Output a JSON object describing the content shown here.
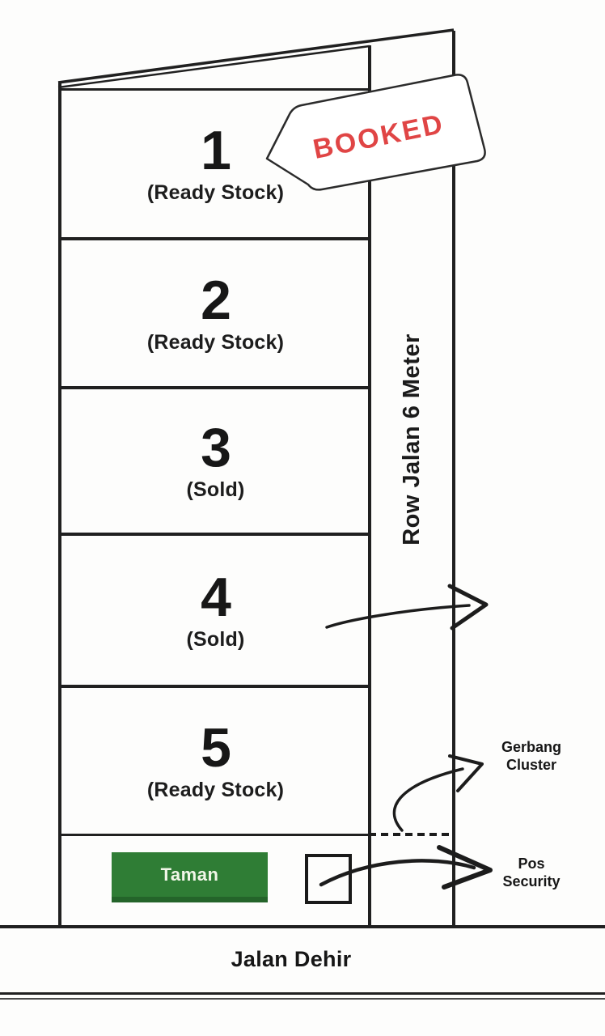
{
  "site_plan": {
    "booked_tag": {
      "label": "BOOKED"
    },
    "plots": [
      {
        "number": "1",
        "status": "(Ready Stock)"
      },
      {
        "number": "2",
        "status": "(Ready Stock)"
      },
      {
        "number": "3",
        "status": "(Sold)"
      },
      {
        "number": "4",
        "status": "(Sold)"
      },
      {
        "number": "5",
        "status": "(Ready Stock)"
      }
    ],
    "road_label": "Row Jalan 6 Meter",
    "garden_label": "Taman",
    "annotations": {
      "gerbang_cluster": {
        "line1": "Gerbang",
        "line2": "Cluster"
      },
      "pos_security": {
        "line1": "Pos",
        "line2": "Security"
      }
    },
    "street_label": "Jalan Dehir",
    "colors": {
      "garden_green": "#2f7d35",
      "booked_red": "#e04545",
      "line_black": "#202020"
    }
  }
}
